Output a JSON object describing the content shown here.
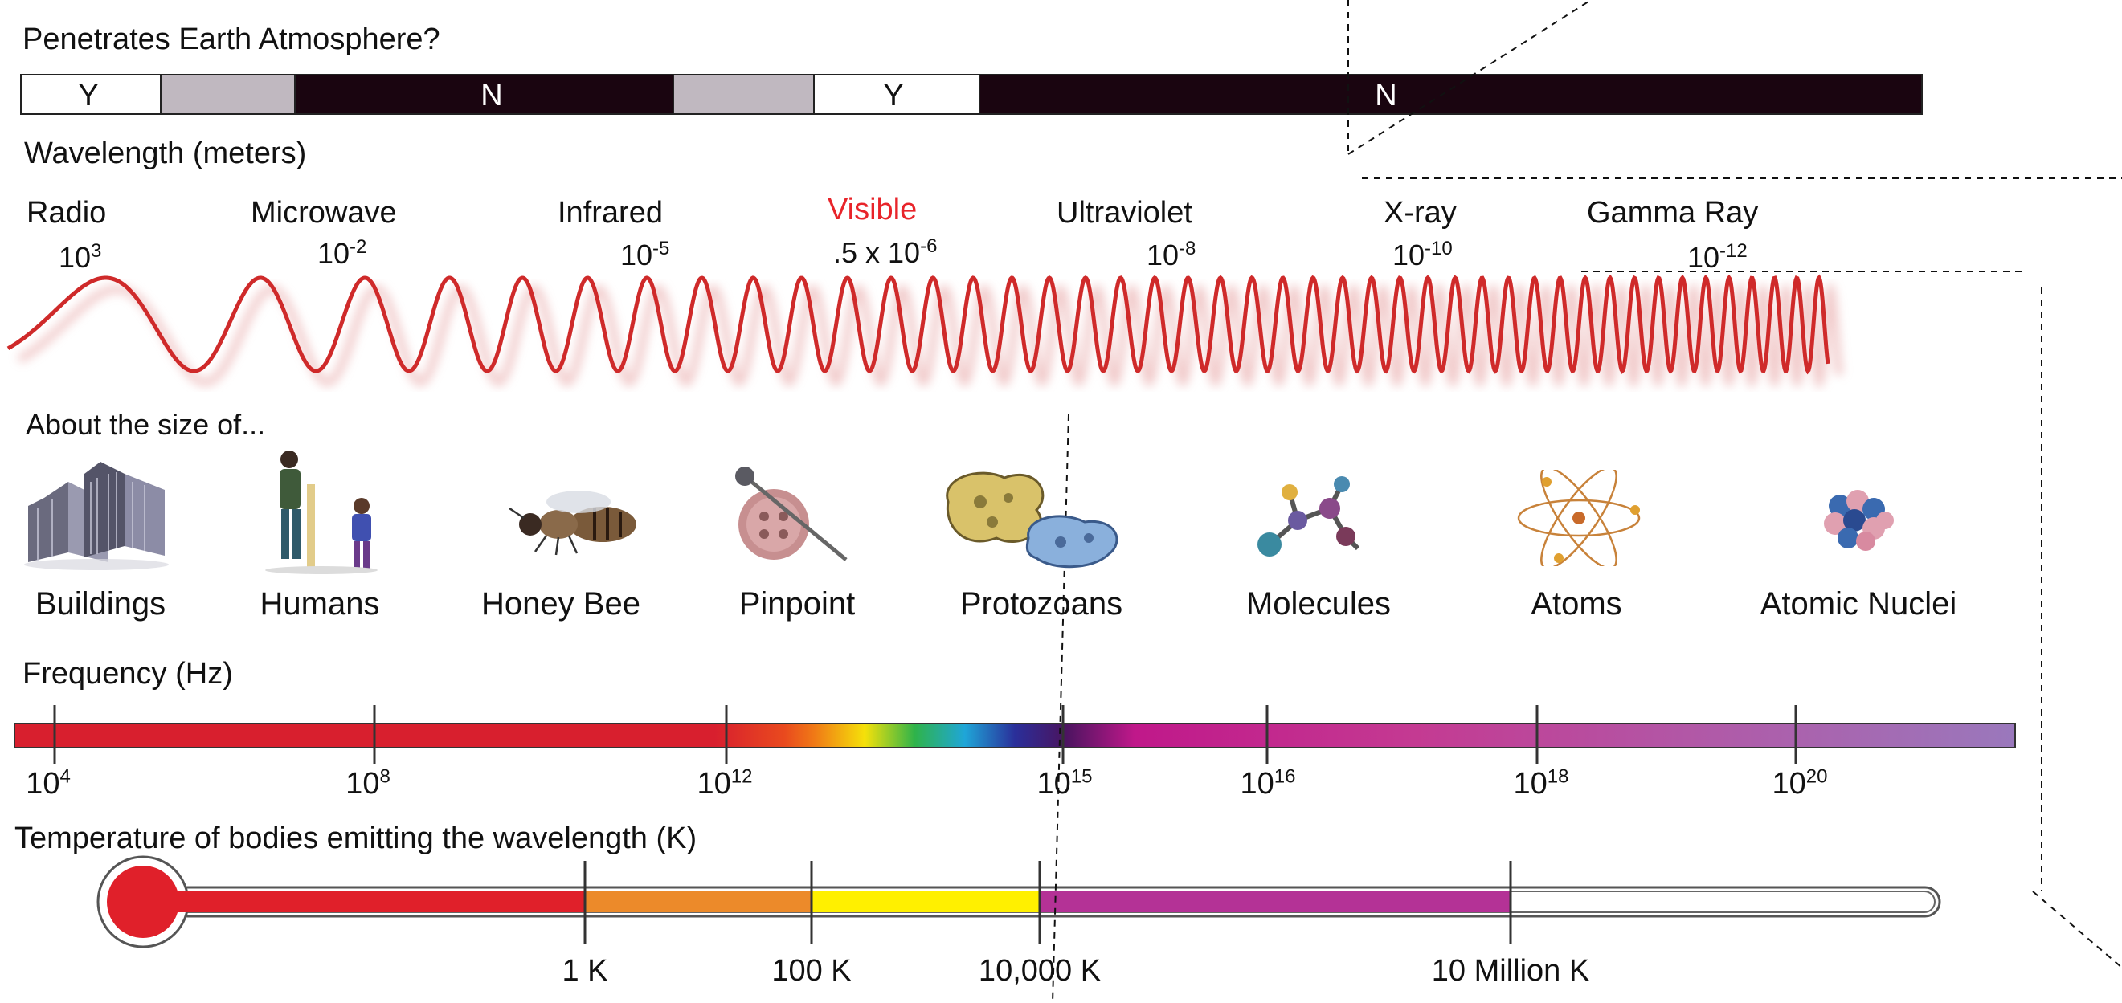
{
  "atmosphere": {
    "title": "Penetrates Earth Atmosphere?",
    "segments": [
      {
        "label": "Y",
        "state": "yes"
      },
      {
        "label": "",
        "state": "partial"
      },
      {
        "label": "N",
        "state": "no"
      },
      {
        "label": "",
        "state": "partial"
      },
      {
        "label": "Y",
        "state": "yes"
      },
      {
        "label": "N",
        "state": "no"
      }
    ]
  },
  "wavelength": {
    "title": "Wavelength (meters)",
    "bands": [
      {
        "name": "Radio",
        "mant": "",
        "base": "10",
        "exp": "3"
      },
      {
        "name": "Microwave",
        "mant": "",
        "base": "10",
        "exp": "-2"
      },
      {
        "name": "Infrared",
        "mant": "",
        "base": "10",
        "exp": "-5"
      },
      {
        "name": "Visible",
        "mant": ".5 x ",
        "base": "10",
        "exp": "-6"
      },
      {
        "name": "Ultraviolet",
        "mant": "",
        "base": "10",
        "exp": "-8"
      },
      {
        "name": "X-ray",
        "mant": "",
        "base": "10",
        "exp": "-10"
      },
      {
        "name": "Gamma Ray",
        "mant": "",
        "base": "10",
        "exp": "-12"
      }
    ]
  },
  "size": {
    "title": "About the size of...",
    "objects": [
      {
        "name": "Buildings",
        "icon": "buildings-icon"
      },
      {
        "name": "Humans",
        "icon": "humans-icon"
      },
      {
        "name": "Honey Bee",
        "icon": "honey-bee-icon"
      },
      {
        "name": "Pinpoint",
        "icon": "pin-icon"
      },
      {
        "name": "Protozoans",
        "icon": "protozoa-icon"
      },
      {
        "name": "Molecules",
        "icon": "molecule-icon"
      },
      {
        "name": "Atoms",
        "icon": "atom-icon"
      },
      {
        "name": "Atomic Nuclei",
        "icon": "nucleus-icon"
      }
    ]
  },
  "frequency": {
    "title": "Frequency (Hz)",
    "ticks": [
      {
        "base": "10",
        "exp": "4"
      },
      {
        "base": "10",
        "exp": "8"
      },
      {
        "base": "10",
        "exp": "12"
      },
      {
        "base": "10",
        "exp": "15"
      },
      {
        "base": "10",
        "exp": "16"
      },
      {
        "base": "10",
        "exp": "18"
      },
      {
        "base": "10",
        "exp": "20"
      }
    ]
  },
  "temperature": {
    "title": "Temperature of bodies emitting the wavelength (K)",
    "ticks": [
      "1 K",
      "100 K",
      "10,000 K",
      "10 Million K"
    ]
  },
  "colors": {
    "visible_label": "#e8242a",
    "wave": "#d42a2a",
    "atmosphere_no": "#1a0510",
    "atmosphere_partial": "#c0b8c0",
    "thermo_red": "#e0202a",
    "thermo_orange": "#ec8a2a",
    "thermo_yellow": "#fff000",
    "thermo_purple": "#b43296"
  }
}
